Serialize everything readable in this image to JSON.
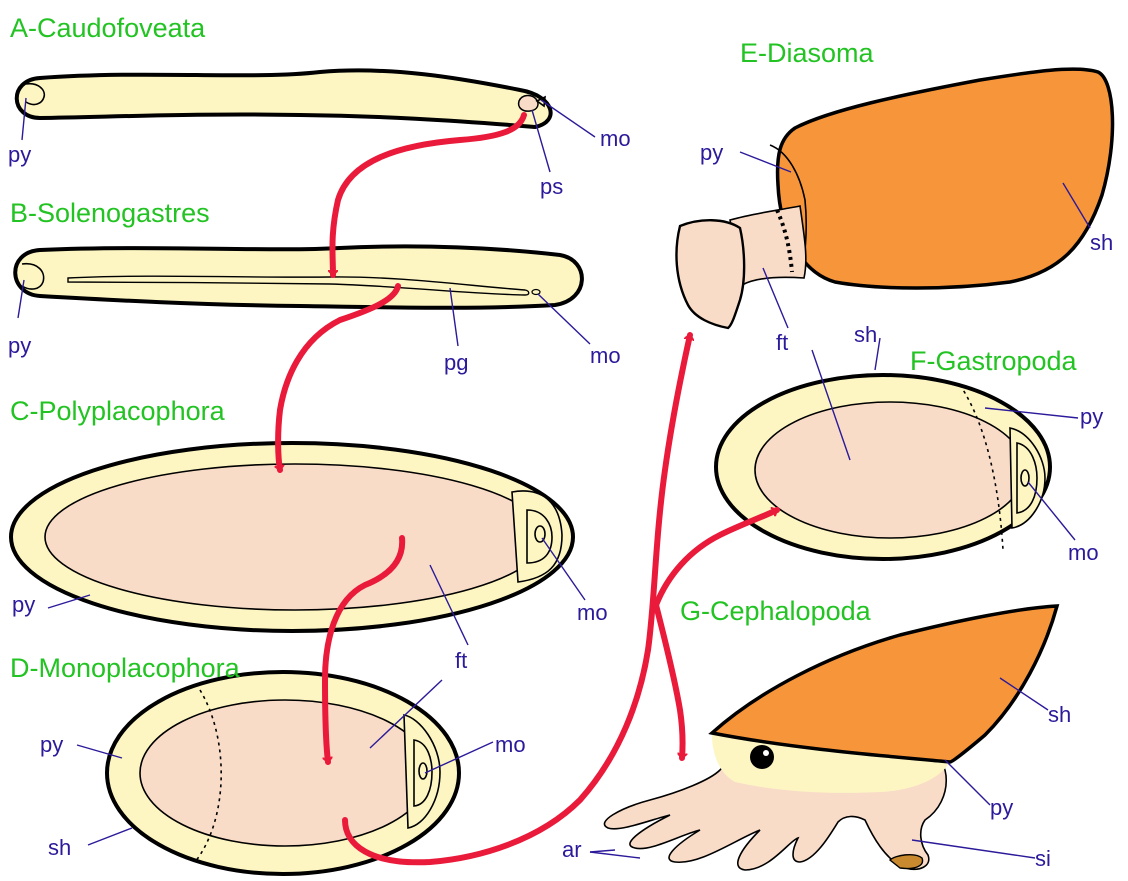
{
  "groups": {
    "a": "A-Caudofoveata",
    "b": "B-Solenogastres",
    "c": "C-Polyplacophora",
    "d": "D-Monoplacophora",
    "e": "E-Diasoma",
    "f": "F-Gastropoda",
    "g": "G-Cephalopoda"
  },
  "labels": {
    "a_py": "py",
    "a_ps": "ps",
    "a_mo": "mo",
    "b_py": "py",
    "b_pg": "pg",
    "b_mo": "mo",
    "c_py": "py",
    "c_mo": "mo",
    "c_ft": "ft",
    "d_py": "py",
    "d_sh": "sh",
    "d_mo": "mo",
    "d_ft": "ft",
    "e_py": "py",
    "e_sh": "sh",
    "e_ft": "ft",
    "f_sh": "sh",
    "f_py": "py",
    "f_ft": "ft",
    "f_mo": "mo",
    "g_sh": "sh",
    "g_py": "py",
    "g_si": "si",
    "g_ar": "ar"
  },
  "colors": {
    "title": "#22c322",
    "label": "#2b1a9a",
    "arrow": "#ea1a3b",
    "body": "#fdf6c3",
    "foot": "#f9dcc8",
    "shell": "#f7953a"
  }
}
